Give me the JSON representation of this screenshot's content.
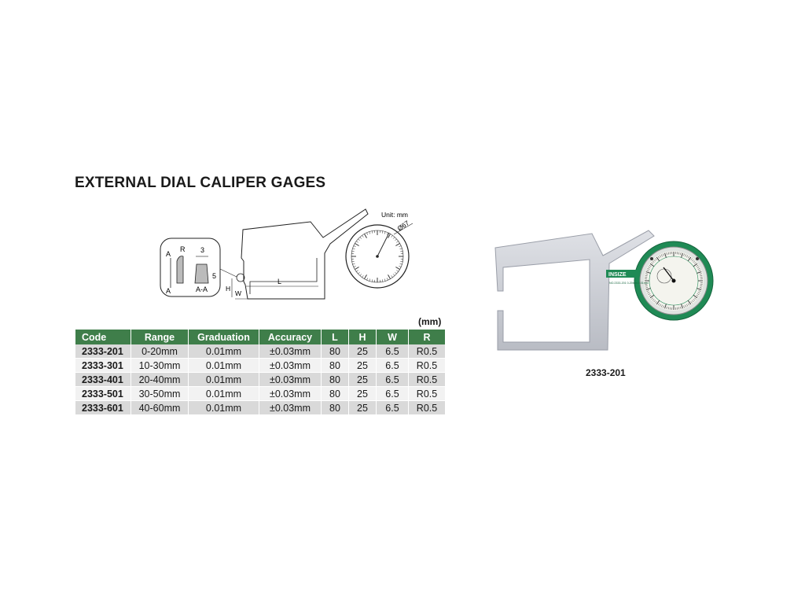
{
  "title": "EXTERNAL DIAL CALIPER GAGES",
  "drawing": {
    "unit_label": "Unit: mm",
    "diameter_label": "Ø67",
    "label_A_top": "A",
    "label_A_bottom": "A",
    "label_R": "R",
    "label_3": "3",
    "label_5": "5",
    "label_AA": "A-A",
    "label_L": "L",
    "label_H": "H",
    "label_W": "W"
  },
  "table": {
    "unit_note": "(mm)",
    "headers": [
      "Code",
      "Range",
      "Graduation",
      "Accuracy",
      "L",
      "H",
      "W",
      "R"
    ],
    "rows": [
      [
        "2333-201",
        "0-20mm",
        "0.01mm",
        "±0.03mm",
        "80",
        "25",
        "6.5",
        "R0.5"
      ],
      [
        "2333-301",
        "10-30mm",
        "0.01mm",
        "±0.03mm",
        "80",
        "25",
        "6.5",
        "R0.5"
      ],
      [
        "2333-401",
        "20-40mm",
        "0.01mm",
        "±0.03mm",
        "80",
        "25",
        "6.5",
        "R0.5"
      ],
      [
        "2333-501",
        "30-50mm",
        "0.01mm",
        "±0.03mm",
        "80",
        "25",
        "6.5",
        "R0.5"
      ],
      [
        "2333-601",
        "40-60mm",
        "0.01mm",
        "±0.03mm",
        "80",
        "25",
        "6.5",
        "R0.5"
      ]
    ]
  },
  "photo": {
    "caption": "2333-201",
    "brand_label": "INSIZE",
    "gauge_info": "NO.2333-201 0-20mm 0.01mm",
    "colors": {
      "bezel": "#1f8a55",
      "body": "#c9ccd4",
      "dial": "#f4f4ee"
    }
  }
}
